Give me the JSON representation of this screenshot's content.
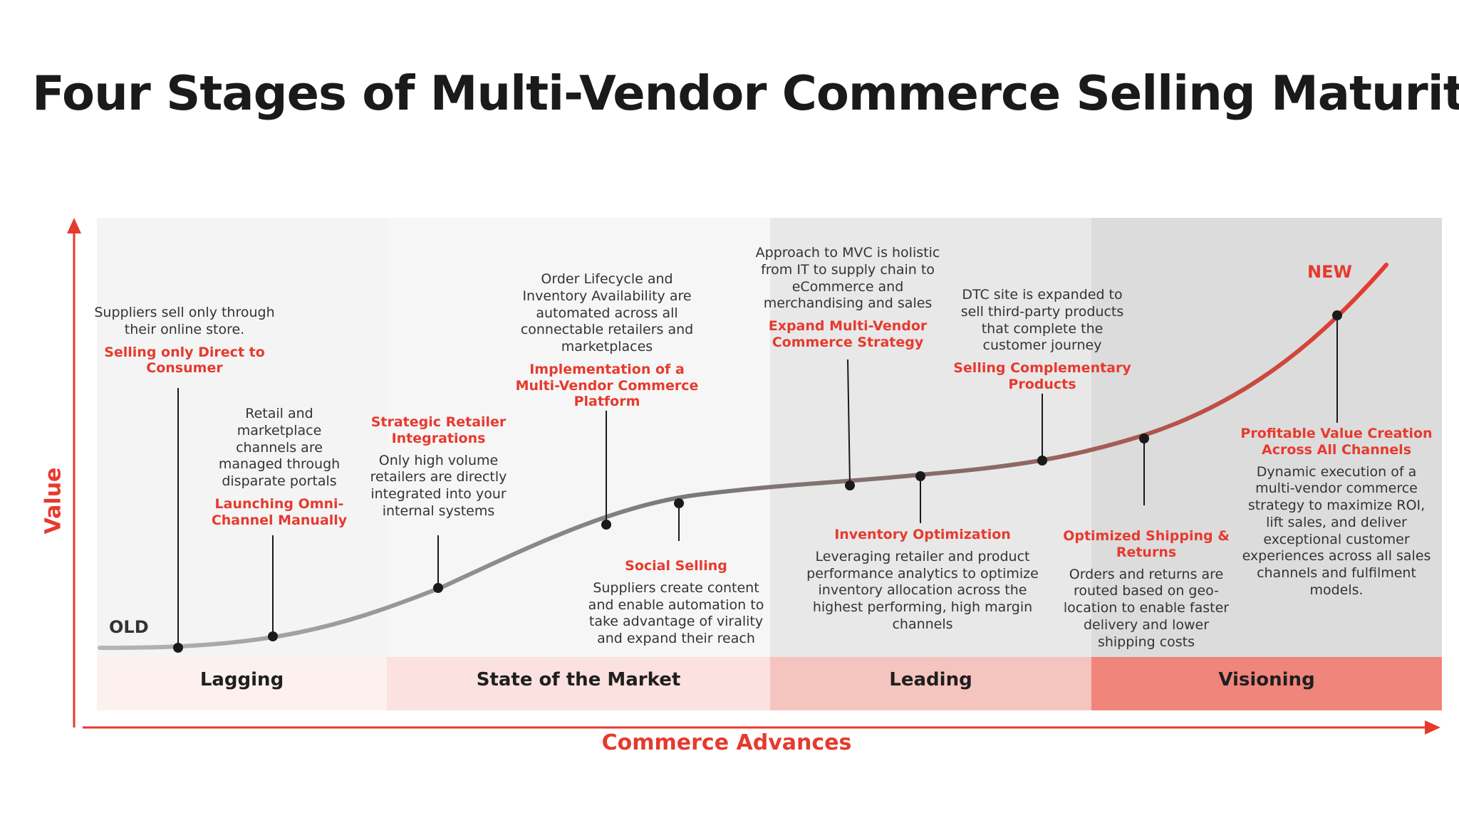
{
  "title": "Four Stages of Multi-Vendor Commerce Selling Maturity",
  "axes": {
    "y_label": "Value",
    "x_label": "Commerce Advances",
    "start_label": "OLD",
    "end_label": "NEW"
  },
  "stages": [
    {
      "label": "Lagging",
      "band_color": "#f4f4f4",
      "footer_color": "#fdf1ef"
    },
    {
      "label": "State of the Market",
      "band_color": "#f6f6f6",
      "footer_color": "#fbe1df"
    },
    {
      "label": "Leading",
      "band_color": "#e8e8e8",
      "footer_color": "#f6c4bf"
    },
    {
      "label": "Visioning",
      "band_color": "#dcdcdc",
      "footer_color": "#f0857b"
    }
  ],
  "milestones": [
    {
      "title": "Selling only Direct to Consumer",
      "description": "Suppliers sell only through their online store."
    },
    {
      "title": "Launching Omni-Channel Manually",
      "description": "Retail and marketplace channels are managed through disparate portals"
    },
    {
      "title": "Strategic Retailer Integrations",
      "description": "Only high volume retailers are directly integrated into your internal systems"
    },
    {
      "title": "Implementation of a Multi-Vendor Commerce Platform",
      "description": "Order Lifecycle and Inventory Availability are automated across all connectable retailers and marketplaces"
    },
    {
      "title": "Social Selling",
      "description": "Suppliers create content and enable automation to take advantage of virality and expand their reach"
    },
    {
      "title": "Expand Multi-Vendor Commerce Strategy",
      "description": "Approach to MVC is holistic from IT to supply chain to eCommerce and merchandising and sales"
    },
    {
      "title": "Inventory Optimization",
      "description": "Leveraging retailer and product performance analytics to optimize inventory allocation across the highest performing, high margin channels"
    },
    {
      "title": "Selling Complementary Products",
      "description": "DTC site is expanded to sell third-party products that complete the customer journey"
    },
    {
      "title": "Optimized Shipping & Returns",
      "description": "Orders and returns are routed based on geo-location to enable faster delivery and lower shipping costs"
    },
    {
      "title": "Profitable Value Creation Across All Channels",
      "description": "Dynamic execution of a multi-vendor commerce strategy to maximize ROI, lift sales, and deliver exceptional customer experiences across all sales channels and fulfilment models."
    }
  ],
  "colors": {
    "accent": "#e63a2e",
    "curve_start": "#b5b5b5",
    "curve_mid": "#7a7a7a",
    "curve_end": "#e63a2e",
    "marker": "#1a1a1a"
  }
}
